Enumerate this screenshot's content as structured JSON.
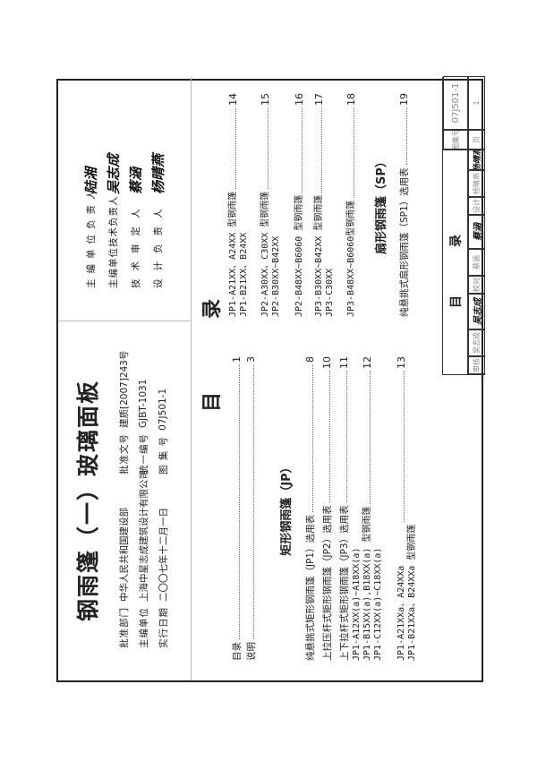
{
  "cover": {
    "title": "钢雨篷（一）玻璃面板",
    "approval_dept_label": "批准部门",
    "approval_dept_value": "中华人民共和国建设部",
    "editor_unit_label": "主编单位",
    "editor_unit_value": "上海中星志成建筑设计有限公司",
    "effective_date_label": "实行日期",
    "effective_date_value": "二〇〇七年十二月一日",
    "approval_doc_label": "批准文号",
    "approval_doc_value": "建质[2007]243号",
    "unified_no_label": "统一编号",
    "unified_no_value": "GJBT-1031",
    "atlas_no_label": "图 集 号",
    "atlas_no_value": "07J501-1"
  },
  "responsible": [
    {
      "label": "主编单位负责人",
      "signature": "陆湘"
    },
    {
      "label": "主编单位技术负责人",
      "signature": "吴志成"
    },
    {
      "label": "技术审定人",
      "signature": "蔡涵"
    },
    {
      "label": "设计负责人",
      "signature": "杨晴燕"
    }
  ],
  "toc": {
    "heading": "目　录",
    "general": [
      {
        "lines": [
          "目录"
        ],
        "page": "1"
      },
      {
        "lines": [
          "说明"
        ],
        "page": "3"
      }
    ],
    "section_jp": {
      "heading": "矩形钢雨篷（JP）",
      "items": [
        {
          "lines": [
            "纯悬挑式矩形钢雨篷（JP1）选用表"
          ],
          "page": "8"
        },
        {
          "lines": [
            "上拉压杆式矩形钢雨篷（JP2）选用表"
          ],
          "page": "10"
        },
        {
          "lines": [
            "上下拉杆式矩形钢雨篷（JP3）选用表"
          ],
          "page": "11"
        },
        {
          "lines": [
            "JP1-A12XX(a)~A18XX(a)",
            "JP1-B15XX(a),B18XX(a) 型钢雨篷",
            "JP1-C12XX(a)~C18XX(a)"
          ],
          "page": "12"
        },
        {
          "lines": [
            "JP1-A21XXa、A24XXa",
            "JP1-B21XXa、B24XXa 型钢雨篷"
          ],
          "page": "13"
        },
        {
          "lines": [
            "JP1-A21XX、A24XX 型钢雨篷",
            "JP1-B21XX、B24XX"
          ],
          "page": "14"
        },
        {
          "lines": [
            "JP2-A30XX、C30XX 型钢雨篷",
            "JP2-B30XX~B42XX"
          ],
          "page": "15"
        },
        {
          "lines": [
            "JP2-B48XX~B6060 型钢雨篷"
          ],
          "page": "16"
        },
        {
          "lines": [
            "JP3-B30XX~B42XX 型钢雨篷",
            "JP3-C30XX"
          ],
          "page": "17"
        },
        {
          "lines": [
            "JP3-B48XX~B6060型钢雨篷"
          ],
          "page": "18"
        }
      ]
    },
    "section_sp": {
      "heading": "扇形钢雨篷（SP）",
      "items": [
        {
          "lines": [
            "纯悬挑式扇形钢雨篷（SP1）选用表"
          ],
          "page": "19"
        }
      ]
    }
  },
  "title_block": {
    "sheet_title": "目　录",
    "atlas_no_label": "图集号",
    "atlas_no_value": "07J501-1",
    "page_label": "页",
    "page_value": "1",
    "review_label": "审核",
    "review_name": "吴志成",
    "review_signature": "吴志成",
    "check_label": "校对",
    "check_name": "蔡涵",
    "check_signature": "蔡涵",
    "design_label": "设计",
    "design_name": "杨晴燕",
    "design_signature": "杨晴燕"
  }
}
